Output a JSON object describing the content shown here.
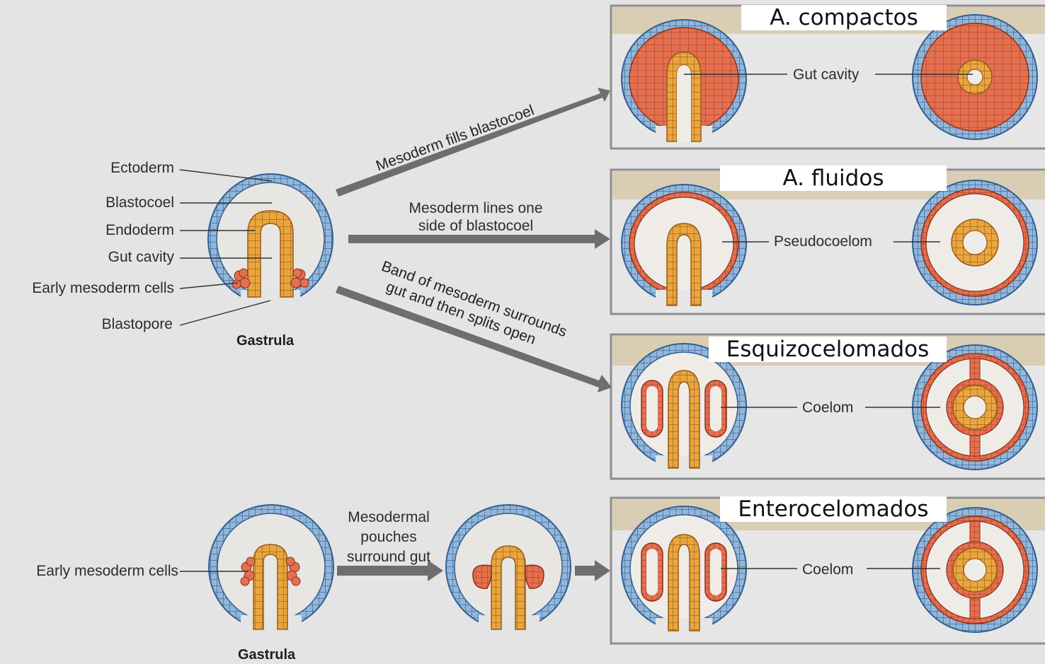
{
  "panels": {
    "compactos": {
      "title": "A. compactos",
      "label": "Gut cavity"
    },
    "fluidos": {
      "title": "A. fluidos",
      "label": "Pseudocoelom"
    },
    "esquizo": {
      "title": "Esquizocelomados",
      "label": "Coelom"
    },
    "entero": {
      "title": "Enterocelomados",
      "label": "Coelom"
    }
  },
  "gastrula_top": {
    "caption": "Gastrula",
    "labels": [
      "Ectoderm",
      "Blastocoel",
      "Endoderm",
      "Gut cavity",
      "Early mesoderm cells",
      "Blastopore"
    ]
  },
  "gastrula_bottom": {
    "caption": "Gastrula",
    "label": "Early mesoderm cells",
    "arrow_text": "Mesodermal pouches surround gut",
    "arrow_lines": [
      "Mesodermal",
      "pouches",
      "surround gut"
    ]
  },
  "arrows": {
    "top": "Mesoderm fills blastocoel",
    "middle_lines": [
      "Mesoderm lines one",
      "side of blastocoel"
    ],
    "bottom_lines": [
      "Band of mesoderm surrounds",
      "gut and then splits open"
    ]
  },
  "colors": {
    "background": "#e4e4e4",
    "ectoderm": "#8fb3d6",
    "ectoderm_outline": "#2f5f94",
    "endoderm": "#e8a33c",
    "endoderm_outline": "#9a5a10",
    "mesoderm": "#e06a4f",
    "mesoderm_outline": "#8f2d1a",
    "arrow": "#6e6e6e",
    "band": "#d9cdb3"
  }
}
